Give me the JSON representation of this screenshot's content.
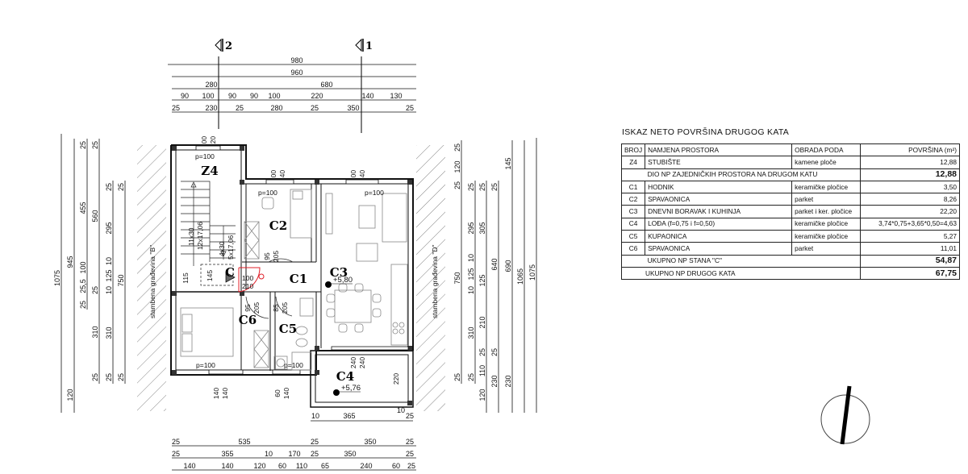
{
  "section_markers": [
    "2",
    "1"
  ],
  "dimensions": {
    "top": [
      [
        "980"
      ],
      [
        "960"
      ],
      [
        "280",
        "680"
      ],
      [
        "90",
        "100",
        "90",
        "90",
        "100",
        "220",
        "140",
        "130"
      ],
      [
        "25",
        "230",
        "25",
        "280",
        "25",
        "350",
        "25"
      ]
    ],
    "bottom": [
      [
        "25",
        "535",
        "25",
        "350",
        "25"
      ],
      [
        "25",
        "355",
        "10",
        "170",
        "25",
        "350",
        "25"
      ],
      [
        "140",
        "140",
        "120",
        "60",
        "110",
        "65",
        "240",
        "60",
        "25"
      ]
    ],
    "left": [
      [
        "1075"
      ],
      [
        "945",
        "120"
      ],
      [
        "25",
        "455",
        "100",
        "25,5",
        "25"
      ],
      [
        "25",
        "560",
        "25",
        "310",
        "25"
      ],
      [
        "25",
        "295",
        "10",
        "125",
        "10",
        "310",
        "25"
      ],
      [
        "25",
        "750",
        "25"
      ]
    ],
    "right": [
      [
        "25",
        "120",
        "25",
        "750",
        "25"
      ],
      [
        "25",
        "295",
        "10",
        "125",
        "10",
        "310",
        "25"
      ],
      [
        "25",
        "305",
        "125",
        "210",
        "25",
        "110",
        "120"
      ],
      [
        "25",
        "640",
        "25",
        "230"
      ],
      [
        "145",
        "690",
        "230"
      ],
      [
        "1065"
      ],
      [
        "1075"
      ]
    ],
    "inner": [
      "100",
      "120",
      "100",
      "140",
      "100",
      "140",
      "115",
      "145",
      "95",
      "205",
      "95",
      "205",
      "85",
      "205",
      "240",
      "240",
      "220",
      "140",
      "140",
      "60",
      "140",
      "10",
      "365",
      "25",
      "10",
      "11x30",
      "12x17,06",
      "4x30",
      "5x17,06"
    ]
  },
  "plan": {
    "rooms": [
      "Z4",
      "C2",
      "C3",
      "C",
      "C1",
      "C6",
      "C5",
      "C4"
    ],
    "door_label": [
      "100",
      "210"
    ],
    "window_labels": [
      "p=100",
      "p=100",
      "p=100",
      "p=100",
      "p=100"
    ],
    "levels": [
      "+5,80",
      "+5,76"
    ],
    "neighbors": [
      "stambena građevina \"B\"",
      "stambena građevina \"D\""
    ]
  },
  "table": {
    "title": "ISKAZ NETO POVRŠINA DRUGOG KATA",
    "headers": [
      "BROJ",
      "NAMJENA PROSTORA",
      "OBRADA PODA",
      "POVRŠINA (m²)"
    ],
    "rows": [
      {
        "type": "row",
        "id": "Z4",
        "name": "STUBIŠTE",
        "floor": "kamene ploče",
        "area": "12,88"
      },
      {
        "type": "sum",
        "name": "DIO NP ZAJEDNIČKIH PROSTORA NA DRUGOM KATU",
        "area": "12,88"
      },
      {
        "type": "row",
        "id": "C1",
        "name": "HODNIK",
        "floor": "keramičke pločice",
        "area": "3,50"
      },
      {
        "type": "row",
        "id": "C2",
        "name": "SPAVAONICA",
        "floor": "parket",
        "area": "8,26"
      },
      {
        "type": "row",
        "id": "C3",
        "name": "DNEVNI BORAVAK I KUHINJA",
        "floor": "parket i ker. pločice",
        "area": "22,20"
      },
      {
        "type": "row",
        "id": "C4",
        "name": "LOĐA (f=0,75 i f=0,50)",
        "floor": "keramičke pločice",
        "area": "3,74*0,75+3,65*0,50=4,63"
      },
      {
        "type": "row",
        "id": "C5",
        "name": "KUPAONICA",
        "floor": "keramičke pločice",
        "area": "5,27"
      },
      {
        "type": "row",
        "id": "C6",
        "name": "SPAVAONICA",
        "floor": "parket",
        "area": "11,01"
      },
      {
        "type": "total",
        "name": "UKUPNO NP STANA \"C\"",
        "area": "54,87"
      },
      {
        "type": "total2",
        "name": "UKUPNO NP DRUGOG KATA",
        "area": "67,75"
      }
    ]
  },
  "icons": {
    "north_arrow": "north-arrow-icon",
    "section": "section-marker-icon",
    "level": "level-marker-icon"
  },
  "colors": {
    "line": "#111111",
    "door_highlight": "#e0202a",
    "hatch": "#555555"
  }
}
